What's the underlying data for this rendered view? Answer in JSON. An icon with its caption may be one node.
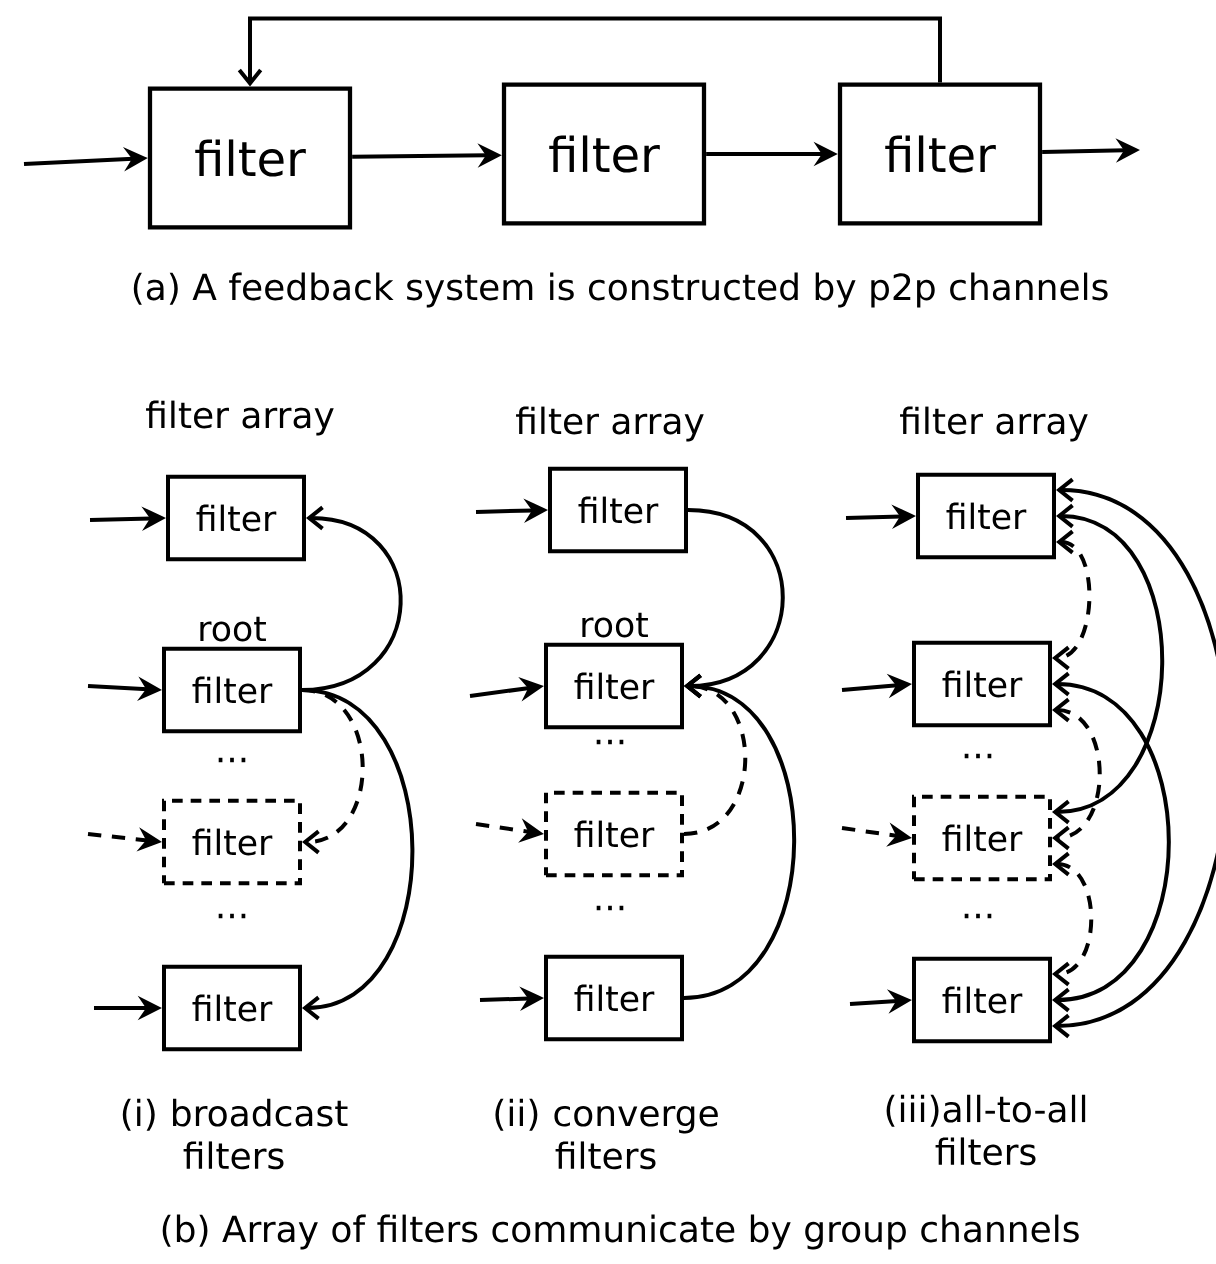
{
  "diagram": {
    "nodes": [
      {
        "text": [
          "filter"
        ]
      },
      {
        "text": [
          "filter"
        ]
      },
      {
        "text": [
          "filter"
        ]
      },
      {
        "text": [
          "filter"
        ]
      },
      {
        "text": [
          "filter"
        ],
        "beside": [
          "root"
        ]
      },
      {
        "text": [
          "filter"
        ]
      },
      {
        "text": [
          "filter"
        ]
      },
      {
        "text": [
          "filter"
        ]
      },
      {
        "text": [
          "filter"
        ],
        "beside": [
          "root"
        ]
      },
      {
        "text": [
          "filter"
        ]
      },
      {
        "text": [
          "filter"
        ]
      },
      {
        "text": [
          "filter"
        ]
      },
      {
        "text": [
          "filter"
        ]
      },
      {
        "text": [
          "filter"
        ]
      },
      {
        "text": [
          "filter"
        ]
      }
    ],
    "edges": [
      {
        "from": null,
        "to": 0,
        "arrow": "to"
      },
      {
        "from": 0,
        "to": 1,
        "arrow": "to"
      },
      {
        "from": 1,
        "to": 2,
        "arrow": "to"
      },
      {
        "from": 2,
        "to": null,
        "arrow": "to"
      },
      {
        "from": 2,
        "to": 0,
        "arrow": "to"
      },
      {
        "from": null,
        "to": 3,
        "arrow": "to"
      },
      {
        "from": null,
        "to": 4,
        "arrow": "to"
      },
      {
        "from": null,
        "to": 5,
        "arrow": "to",
        "style": "dashed"
      },
      {
        "from": null,
        "to": 6,
        "arrow": "to"
      },
      {
        "from": 4,
        "to": 3,
        "arrow": "to"
      },
      {
        "from": 4,
        "to": 5,
        "arrow": "to",
        "style": "dashed"
      },
      {
        "from": 4,
        "to": 6,
        "arrow": "to"
      },
      {
        "from": null,
        "to": 7,
        "arrow": "to"
      },
      {
        "from": null,
        "to": 8,
        "arrow": "to"
      },
      {
        "from": null,
        "to": 9,
        "arrow": "to",
        "style": "dashed"
      },
      {
        "from": null,
        "to": 10,
        "arrow": "to"
      },
      {
        "from": 7,
        "to": 8,
        "arrow": "to"
      },
      {
        "from": 9,
        "to": 8,
        "arrow": "to",
        "style": "dashed"
      },
      {
        "from": 10,
        "to": 8,
        "arrow": "to"
      },
      {
        "from": null,
        "to": 11,
        "arrow": "to"
      },
      {
        "from": null,
        "to": 12,
        "arrow": "to"
      },
      {
        "from": null,
        "to": 13,
        "arrow": "to",
        "style": "dashed"
      },
      {
        "from": null,
        "to": 14,
        "arrow": "to"
      },
      {
        "from": 11,
        "to": 12,
        "arrow": "both",
        "style": "dashed"
      },
      {
        "from": 11,
        "to": 13,
        "arrow": "both"
      },
      {
        "from": 11,
        "to": 14,
        "arrow": "both"
      },
      {
        "from": 12,
        "to": 13,
        "arrow": "both",
        "style": "dashed"
      },
      {
        "from": 12,
        "to": 14,
        "arrow": "both"
      },
      {
        "from": 13,
        "to": 14,
        "arrow": "both",
        "style": "dashed"
      }
    ],
    "labels": [
      "(a) A feedback system is constructed by p2p channels",
      "filter array",
      "filter array",
      "filter array",
      "...",
      "...",
      "...",
      "...",
      "...",
      "...",
      "(i) broadcast filters",
      "(ii) converge filters",
      "(iii)all-to-all filters",
      "(b) Array of filters communicate by group channels"
    ]
  }
}
